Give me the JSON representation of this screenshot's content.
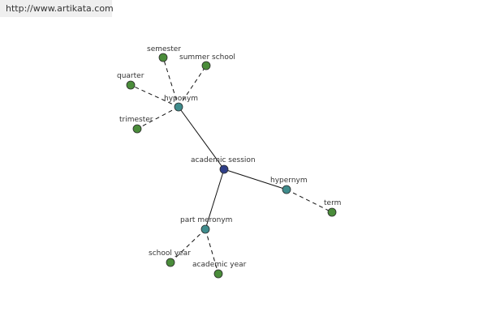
{
  "header": {
    "url": "http://www.artikata.com"
  },
  "colors": {
    "center": "#2f3f88",
    "relation": "#3f8c8c",
    "leaf": "#4a8c3a",
    "node_stroke": "#2a2a2a",
    "edge": "#111111"
  },
  "graph": {
    "nodes": [
      {
        "id": "academic-session",
        "label": "academic session",
        "kind": "center"
      },
      {
        "id": "hyponym",
        "label": "hyponym",
        "kind": "relation"
      },
      {
        "id": "hypernym",
        "label": "hypernym",
        "kind": "relation"
      },
      {
        "id": "part-meronym",
        "label": "part meronym",
        "kind": "relation"
      },
      {
        "id": "semester",
        "label": "semester",
        "kind": "leaf"
      },
      {
        "id": "summer-school",
        "label": "summer school",
        "kind": "leaf"
      },
      {
        "id": "quarter",
        "label": "quarter",
        "kind": "leaf"
      },
      {
        "id": "trimester",
        "label": "trimester",
        "kind": "leaf"
      },
      {
        "id": "term",
        "label": "term",
        "kind": "leaf"
      },
      {
        "id": "school-year",
        "label": "school year",
        "kind": "leaf"
      },
      {
        "id": "academic-year",
        "label": "academic year",
        "kind": "leaf"
      }
    ],
    "edges": [
      {
        "from": "academic-session",
        "to": "hyponym",
        "style": "solid"
      },
      {
        "from": "academic-session",
        "to": "hypernym",
        "style": "solid"
      },
      {
        "from": "academic-session",
        "to": "part-meronym",
        "style": "solid"
      },
      {
        "from": "hyponym",
        "to": "semester",
        "style": "dashed"
      },
      {
        "from": "hyponym",
        "to": "summer-school",
        "style": "dashed"
      },
      {
        "from": "hyponym",
        "to": "quarter",
        "style": "dashed"
      },
      {
        "from": "hyponym",
        "to": "trimester",
        "style": "dashed"
      },
      {
        "from": "hypernym",
        "to": "term",
        "style": "dashed"
      },
      {
        "from": "part-meronym",
        "to": "school-year",
        "style": "dashed"
      },
      {
        "from": "part-meronym",
        "to": "academic-year",
        "style": "dashed"
      }
    ]
  }
}
